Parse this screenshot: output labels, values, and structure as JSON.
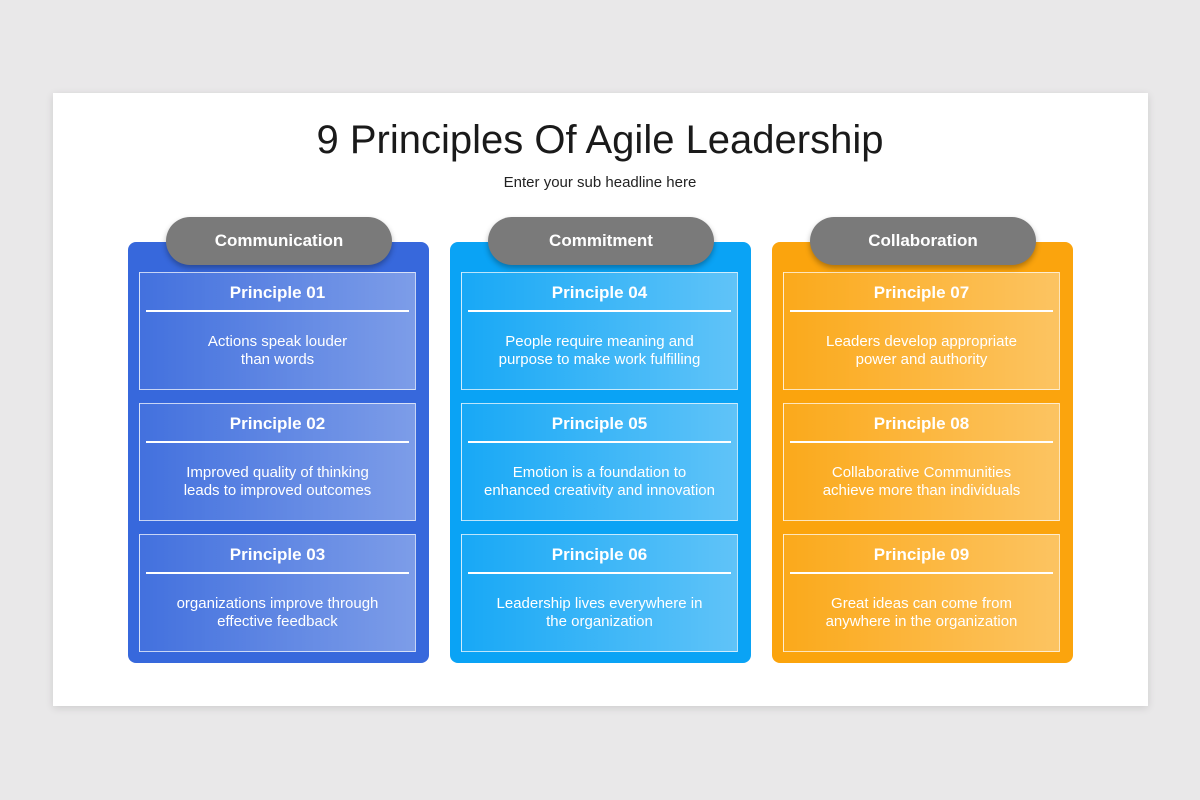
{
  "title": "9 Principles Of Agile Leadership",
  "subtitle": "Enter your sub headline here",
  "columns": [
    {
      "label": "Communication",
      "color": "#3768dc",
      "cards": [
        {
          "heading": "Principle 01",
          "text": "Actions speak louder\nthan words"
        },
        {
          "heading": "Principle 02",
          "text": "Improved quality of thinking\nleads to improved outcomes"
        },
        {
          "heading": "Principle 03",
          "text": "organizations improve through\neffective feedback"
        }
      ]
    },
    {
      "label": "Commitment",
      "color": "#0aa3f5",
      "cards": [
        {
          "heading": "Principle 04",
          "text": "People require meaning and\npurpose to make work fulfilling"
        },
        {
          "heading": "Principle 05",
          "text": "Emotion is a foundation to\nenhanced creativity and innovation"
        },
        {
          "heading": "Principle 06",
          "text": "Leadership lives everywhere in\nthe organization"
        }
      ]
    },
    {
      "label": "Collaboration",
      "color": "#fba40d",
      "cards": [
        {
          "heading": "Principle 07",
          "text": "Leaders develop appropriate\npower and authority"
        },
        {
          "heading": "Principle 08",
          "text": "Collaborative Communities\nachieve more than individuals"
        },
        {
          "heading": "Principle 09",
          "text": "Great ideas can come from\nanywhere in the organization"
        }
      ]
    }
  ]
}
